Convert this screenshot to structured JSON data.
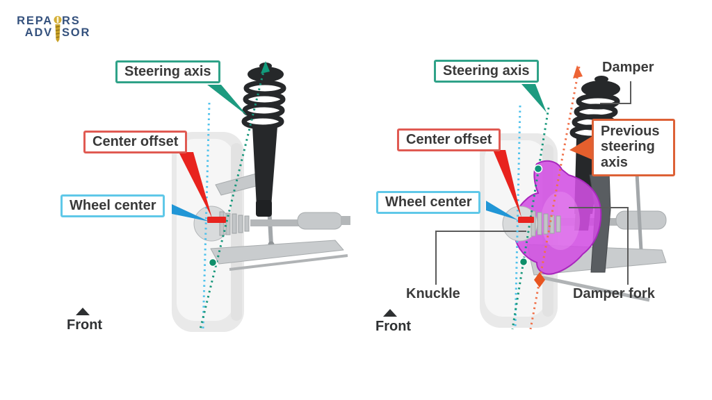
{
  "logo": {
    "line1_pre": "REPA",
    "line1_post": "RS",
    "line2_pre": "ADV",
    "line2_post": "SOR",
    "icon": "screw-icon"
  },
  "colors": {
    "teal_accent": "#2fa288",
    "teal_line": "#17977b",
    "red_accent": "#e8231e",
    "red_border": "#e05a52",
    "cyan_border": "#5fc8e8",
    "blue_arrow": "#2196d6",
    "blue_line": "#4fc2ec",
    "orange_accent": "#dd6136",
    "orange_line": "#f0714a",
    "magenta_knuckle": "#d24fe2",
    "green_dot": "#0e8f6a",
    "logo_navy": "#34517d",
    "screw_gold": "#d4af37",
    "label_text": "#3a3a3a"
  },
  "left_diagram": {
    "labels": {
      "steering_axis": "Steering axis",
      "center_offset": "Center offset",
      "wheel_center": "Wheel center",
      "front": "Front"
    }
  },
  "right_diagram": {
    "labels": {
      "steering_axis": "Steering axis",
      "damper": "Damper",
      "previous_steering_axis": "Previous steering axis",
      "center_offset": "Center offset",
      "wheel_center": "Wheel center",
      "knuckle": "Knuckle",
      "damper_fork": "Damper fork",
      "front": "Front"
    }
  }
}
